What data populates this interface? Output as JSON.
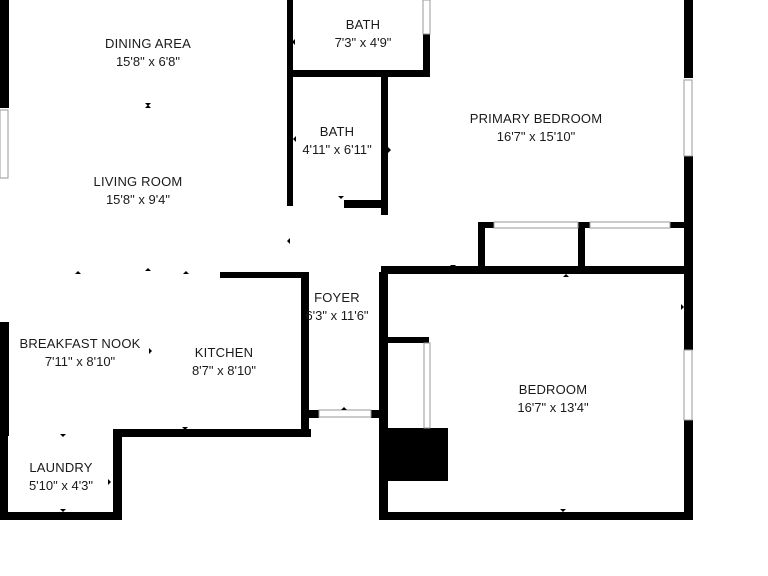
{
  "floor_plan": {
    "rooms": [
      {
        "id": "dining-area",
        "name": "DINING AREA",
        "dimensions": "15'8\" x 6'8\""
      },
      {
        "id": "living-room",
        "name": "LIVING ROOM",
        "dimensions": "15'8\" x 9'4\""
      },
      {
        "id": "bath-1",
        "name": "BATH",
        "dimensions": "7'3\" x 4'9\""
      },
      {
        "id": "bath-2",
        "name": "BATH",
        "dimensions": "4'11\" x 6'11\""
      },
      {
        "id": "primary-bedroom",
        "name": "PRIMARY BEDROOM",
        "dimensions": "16'7\" x 15'10\""
      },
      {
        "id": "foyer",
        "name": "FOYER",
        "dimensions": "6'3\" x 11'6\""
      },
      {
        "id": "breakfast-nook",
        "name": "BREAKFAST NOOK",
        "dimensions": "7'11\" x 8'10\""
      },
      {
        "id": "kitchen",
        "name": "KITCHEN",
        "dimensions": "8'7\" x 8'10\""
      },
      {
        "id": "bedroom",
        "name": "BEDROOM",
        "dimensions": "16'7\" x 13'4\""
      },
      {
        "id": "laundry",
        "name": "LAUNDRY",
        "dimensions": "5'10\" x 4'3\""
      }
    ],
    "colors": {
      "wall": "#000000",
      "background": "#ffffff",
      "window_frame": "#9a9a9a"
    }
  }
}
